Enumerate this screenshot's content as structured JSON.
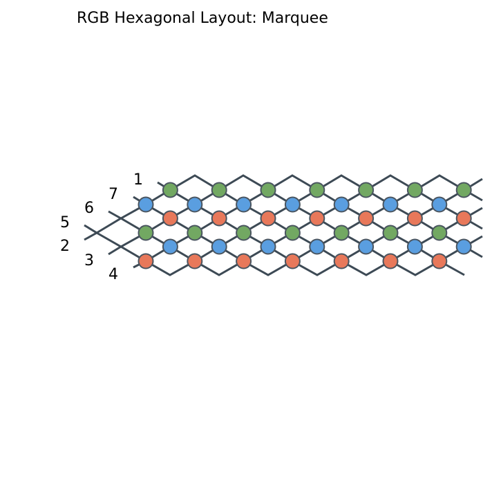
{
  "title": "RGB Hexagonal Layout: Marquee",
  "row_labels": [
    "1",
    "7",
    "6",
    "5",
    "2",
    "3",
    "4"
  ],
  "colors": {
    "background": "#ffffff",
    "wire": "#3d4a55",
    "led_outline": "#4a5560",
    "red": "#e8785a",
    "green": "#72a862",
    "blue": "#5a9ee0"
  },
  "led_rows": [
    {
      "row": 0,
      "color": "green",
      "count": 7
    },
    {
      "row": 1,
      "color": "blue",
      "count": 7
    },
    {
      "row": 2,
      "color": "red",
      "count": 7
    },
    {
      "row": 3,
      "color": "green",
      "count": 7
    },
    {
      "row": 4,
      "color": "blue",
      "count": 7
    },
    {
      "row": 5,
      "color": "red",
      "count": 7
    }
  ]
}
